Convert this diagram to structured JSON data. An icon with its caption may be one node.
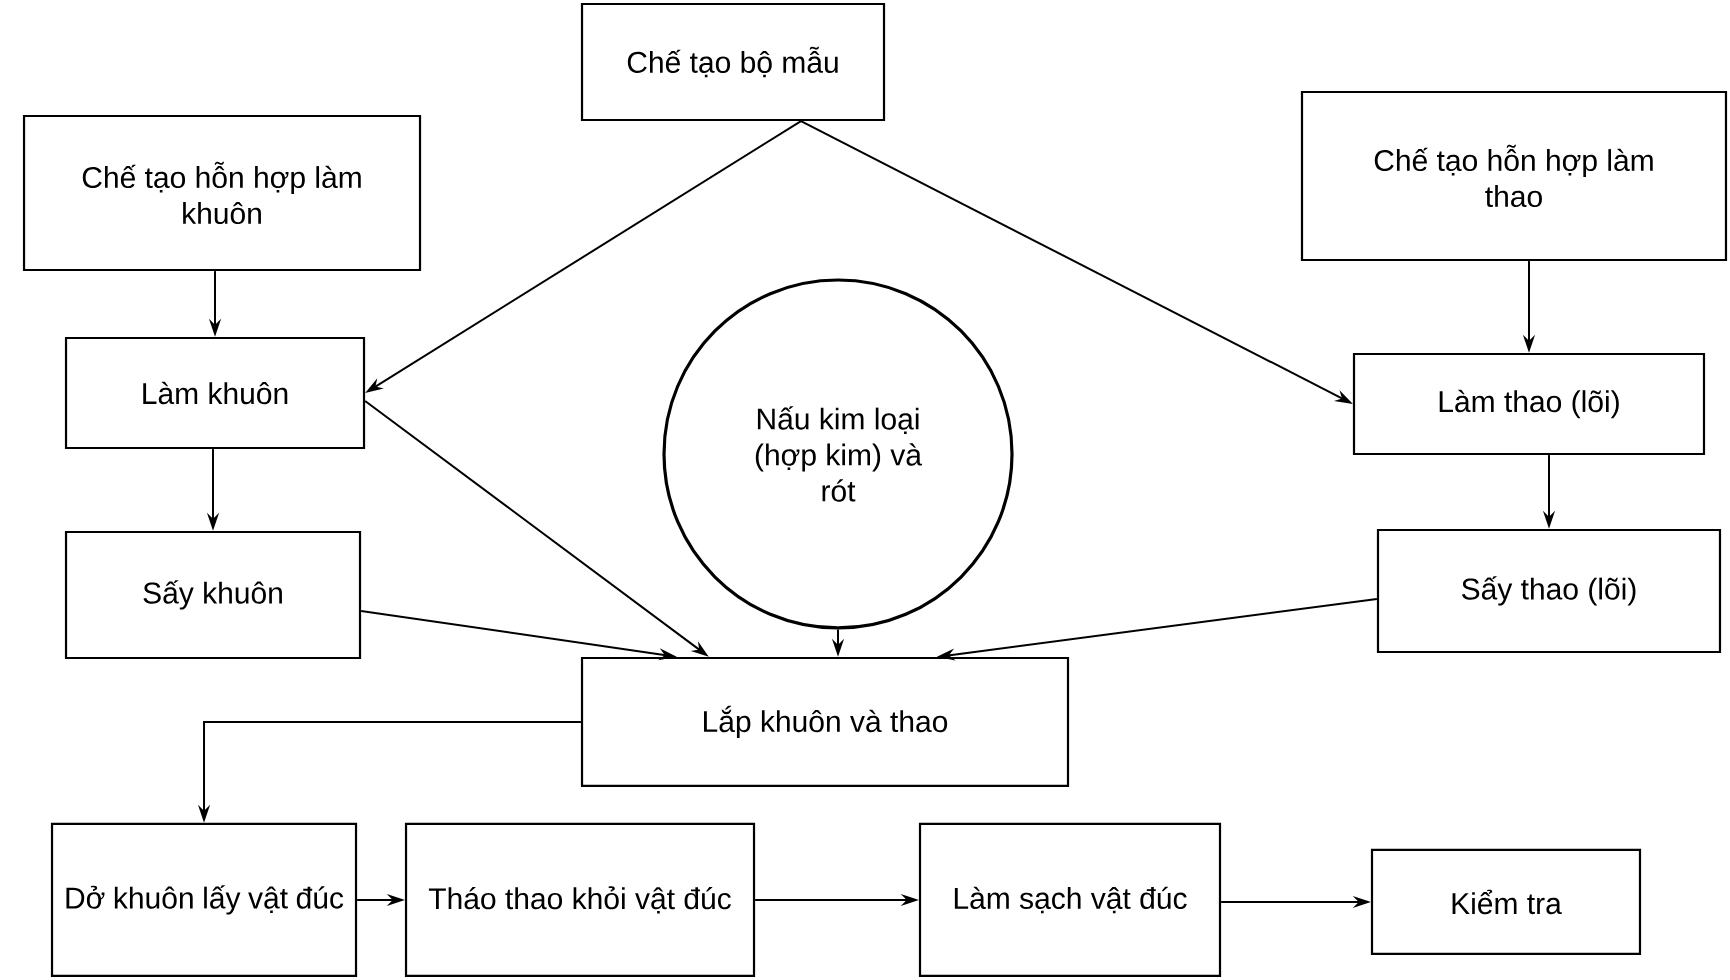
{
  "diagram": {
    "nodes": [
      {
        "text": [
          "Chế tạo bộ mẫu"
        ]
      },
      {
        "text": [
          "Chế tạo hỗn hợp làm khuôn"
        ]
      },
      {
        "text": [
          "Chế tạo hỗn hợp làm thao"
        ]
      },
      {
        "text": [
          "Làm khuôn"
        ]
      },
      {
        "text": [
          "Nấu kim loại (hợp kim) và rót"
        ]
      },
      {
        "text": [
          "Làm thao (lõi)"
        ]
      },
      {
        "text": [
          "Sấy khuôn"
        ]
      },
      {
        "text": [
          "Sấy thao (lõi)"
        ]
      },
      {
        "text": [
          "Lắp khuôn và thao"
        ]
      },
      {
        "text": [
          "Dở khuôn lấy vật đúc"
        ]
      },
      {
        "text": [
          "Tháo thao khỏi vật đúc"
        ]
      },
      {
        "text": [
          "Làm sạch vật đúc"
        ]
      },
      {
        "text": [
          "Kiểm tra"
        ]
      }
    ],
    "edges": [
      {
        "from": 0,
        "to": 3,
        "arrow": "to"
      },
      {
        "from": 0,
        "to": 5,
        "arrow": "to"
      },
      {
        "from": 1,
        "to": 3,
        "arrow": "to"
      },
      {
        "from": 2,
        "to": 5,
        "arrow": "to"
      },
      {
        "from": 3,
        "to": 6,
        "arrow": "to"
      },
      {
        "from": 5,
        "to": 7,
        "arrow": "to"
      },
      {
        "from": 3,
        "to": 8,
        "arrow": "to"
      },
      {
        "from": 6,
        "to": 8,
        "arrow": "to"
      },
      {
        "from": 4,
        "to": 8,
        "arrow": "to"
      },
      {
        "from": 7,
        "to": 8,
        "arrow": "to"
      },
      {
        "from": 8,
        "to": 9,
        "arrow": "to"
      },
      {
        "from": 9,
        "to": 10,
        "arrow": "to"
      },
      {
        "from": 10,
        "to": 11,
        "arrow": "to"
      },
      {
        "from": 11,
        "to": 12,
        "arrow": "to"
      }
    ]
  }
}
